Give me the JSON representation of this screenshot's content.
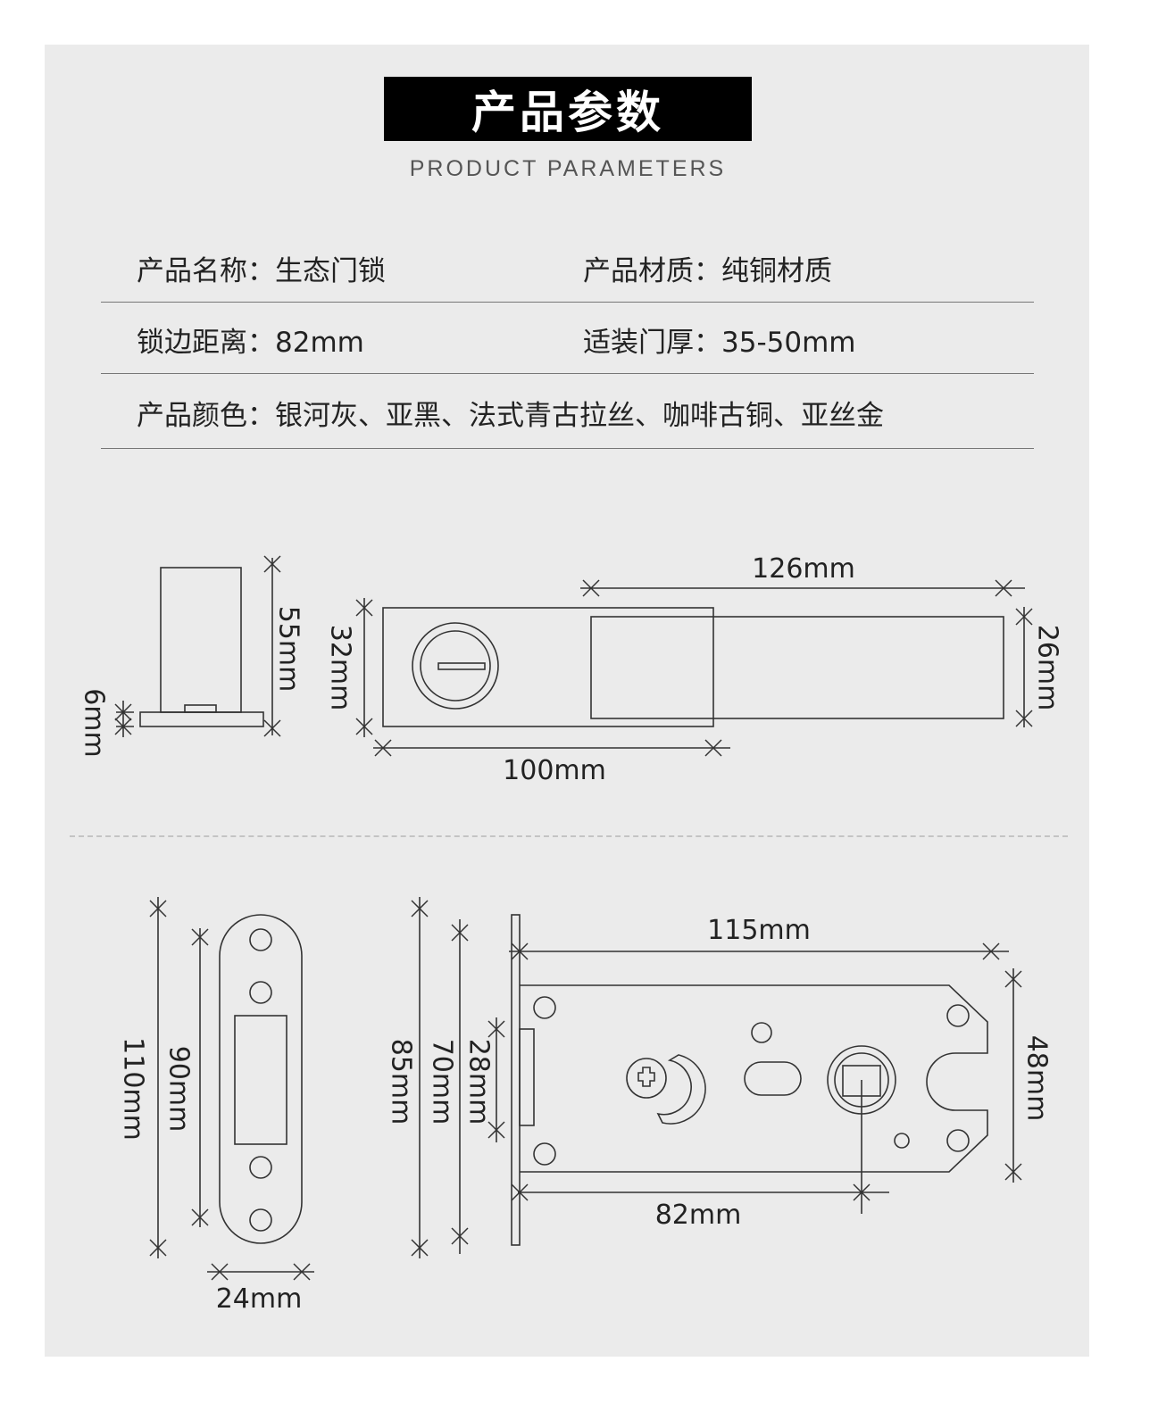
{
  "header": {
    "title": "产品参数",
    "subtitle": "PRODUCT PARAMETERS"
  },
  "specs": {
    "name": "产品名称：生态门锁",
    "material": "产品材质：纯铜材质",
    "backset": "锁边距离：82mm",
    "door_thickness": "适装门厚：35-50mm",
    "colors": "产品颜色：银河灰、亚黑、法式青古拉丝、咖啡古铜、亚丝金"
  },
  "dimensions": {
    "top": {
      "h55": "55mm",
      "h6": "6mm",
      "h32": "32mm",
      "w126": "126mm",
      "h26": "26mm",
      "w100": "100mm"
    },
    "bottom": {
      "h110": "110mm",
      "h90": "90mm",
      "w24": "24mm",
      "h85": "85mm",
      "h70": "70mm",
      "h28": "28mm",
      "w115": "115mm",
      "h48": "48mm",
      "w82": "82mm"
    }
  }
}
